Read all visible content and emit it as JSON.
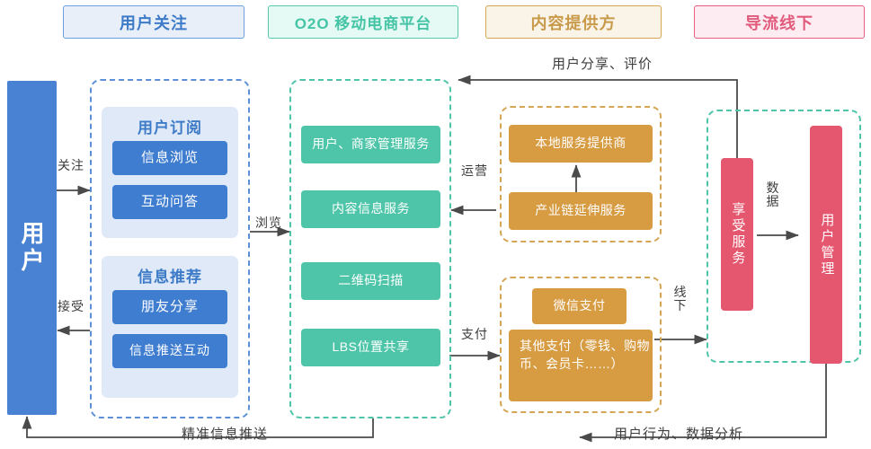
{
  "headers": [
    {
      "id": "user-focus",
      "label": "用户关注"
    },
    {
      "id": "o2o-platform",
      "label": "O2O 移动电商平台"
    },
    {
      "id": "content-provider",
      "label": "内容提供方"
    },
    {
      "id": "offline-funnel",
      "label": "导流线下"
    }
  ],
  "user_column": {
    "label": "用户"
  },
  "user_focus_group": {
    "panels": [
      {
        "id": "subscribe",
        "title": "用户订阅",
        "items": [
          "信息浏览",
          "互动问答"
        ]
      },
      {
        "id": "recommend",
        "title": "信息推荐",
        "items": [
          "朋友分享",
          "信息推送互动"
        ]
      }
    ]
  },
  "platform_group": {
    "items": [
      "用户、商家管理服务",
      "内容信息服务",
      "二维码扫描",
      "LBS位置共享"
    ]
  },
  "provider_group_top": {
    "items": [
      "本地服务提供商",
      "产业链延伸服务"
    ]
  },
  "provider_group_bottom": {
    "items": [
      "微信支付",
      "其他支付（零钱、购物币、会员卡……）"
    ]
  },
  "offline_group": {
    "items": [
      "享受服务",
      "用户管理"
    ]
  },
  "connectors": {
    "follow": "关注",
    "accept": "接受",
    "browse": "浏览",
    "operate": "运营",
    "pay": "支付",
    "offline": "线下",
    "data": "数据",
    "share_review": "用户分享、评价",
    "precise_push": "精准信息推送",
    "behavior_analysis": "用户行为、数据分析"
  },
  "colors": {
    "blue": "#3e7dd0",
    "green": "#4ec5a8",
    "orange": "#d79b42",
    "pink": "#e5566f",
    "line": "#4a4a4a"
  }
}
